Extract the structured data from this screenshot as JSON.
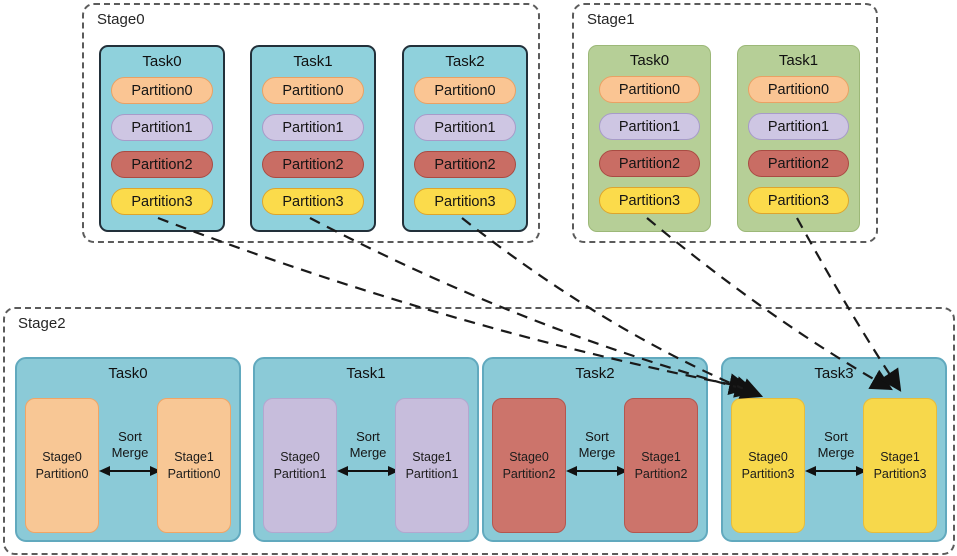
{
  "palette": {
    "stage_dash_border": "#5b5b5b",
    "stage0_task_fill": "#8FD1DC",
    "stage0_task_border": "#22303A",
    "stage1_task_fill": "#B6CF97",
    "stage1_task_border": "#9CB878",
    "stage2_task_fill": "#8BCAD7",
    "stage2_task_border": "#61A9BE",
    "partition0_fill": "#FAC593",
    "partition0_border": "#E9A164",
    "partition1_fill": "#CEC6E3",
    "partition1_border": "#A79BC9",
    "partition2_fill": "#C96D64",
    "partition2_border": "#A94B43",
    "partition3_fill": "#FBDB4B",
    "partition3_border": "#DCA52E",
    "arrow_color": "#1a1a1a"
  },
  "stage0": {
    "label": "Stage0",
    "tasks": [
      {
        "title": "Task0",
        "partitions": [
          "Partition0",
          "Partition1",
          "Partition2",
          "Partition3"
        ]
      },
      {
        "title": "Task1",
        "partitions": [
          "Partition0",
          "Partition1",
          "Partition2",
          "Partition3"
        ]
      },
      {
        "title": "Task2",
        "partitions": [
          "Partition0",
          "Partition1",
          "Partition2",
          "Partition3"
        ]
      }
    ]
  },
  "stage1": {
    "label": "Stage1",
    "tasks": [
      {
        "title": "Task0",
        "partitions": [
          "Partition0",
          "Partition1",
          "Partition2",
          "Partition3"
        ]
      },
      {
        "title": "Task1",
        "partitions": [
          "Partition0",
          "Partition1",
          "Partition2",
          "Partition3"
        ]
      }
    ]
  },
  "stage2": {
    "label": "Stage2",
    "tasks": [
      {
        "title": "Task0",
        "left_box": {
          "line1": "Stage0",
          "line2": "Partition0"
        },
        "right_box": {
          "line1": "Stage1",
          "line2": "Partition0"
        },
        "merge": {
          "line1": "Sort",
          "line2": "Merge"
        }
      },
      {
        "title": "Task1",
        "left_box": {
          "line1": "Stage0",
          "line2": "Partition1"
        },
        "right_box": {
          "line1": "Stage1",
          "line2": "Partition1"
        },
        "merge": {
          "line1": "Sort",
          "line2": "Merge"
        }
      },
      {
        "title": "Task2",
        "left_box": {
          "line1": "Stage0",
          "line2": "Partition2"
        },
        "right_box": {
          "line1": "Stage1",
          "line2": "Partition2"
        },
        "merge": {
          "line1": "Sort",
          "line2": "Merge"
        }
      },
      {
        "title": "Task3",
        "left_box": {
          "line1": "Stage0",
          "line2": "Partition3"
        },
        "right_box": {
          "line1": "Stage1",
          "line2": "Partition3"
        },
        "merge": {
          "line1": "Sort",
          "line2": "Merge"
        }
      }
    ]
  }
}
